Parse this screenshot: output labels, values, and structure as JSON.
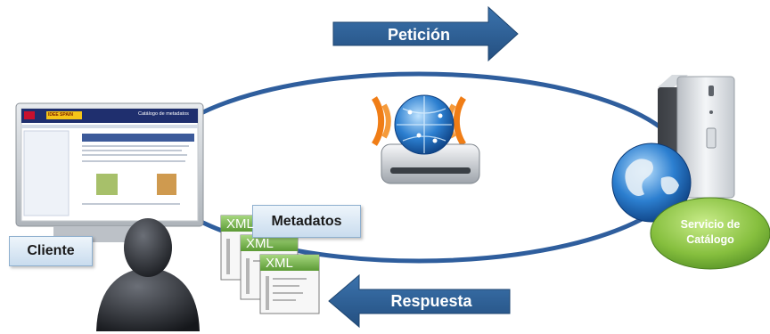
{
  "arrows": {
    "request_label": "Petición",
    "response_label": "Respuesta"
  },
  "labels": {
    "client": "Cliente",
    "metadata": "Metadatos",
    "service_line1": "Servicio de",
    "service_line2": "Catálogo"
  },
  "documents": {
    "doc_title": "XML"
  },
  "client_screen": {
    "title": "Catálogo de metadatos",
    "brand": "IDEE SPAIN"
  },
  "colors": {
    "arrow_blue": "#2d5f93",
    "ellipse_blue": "#2f5e9d",
    "service_green": "#7cb342",
    "xml_header_green": "#7fb85a",
    "callout_blue": "#c9dcee"
  },
  "icons": {
    "user": "user-silhouette-icon",
    "monitor": "monitor-icon",
    "globe": "globe-icon",
    "server": "server-tower-icon",
    "network_device": "network-device-icon",
    "xml_doc": "xml-document-icon"
  }
}
